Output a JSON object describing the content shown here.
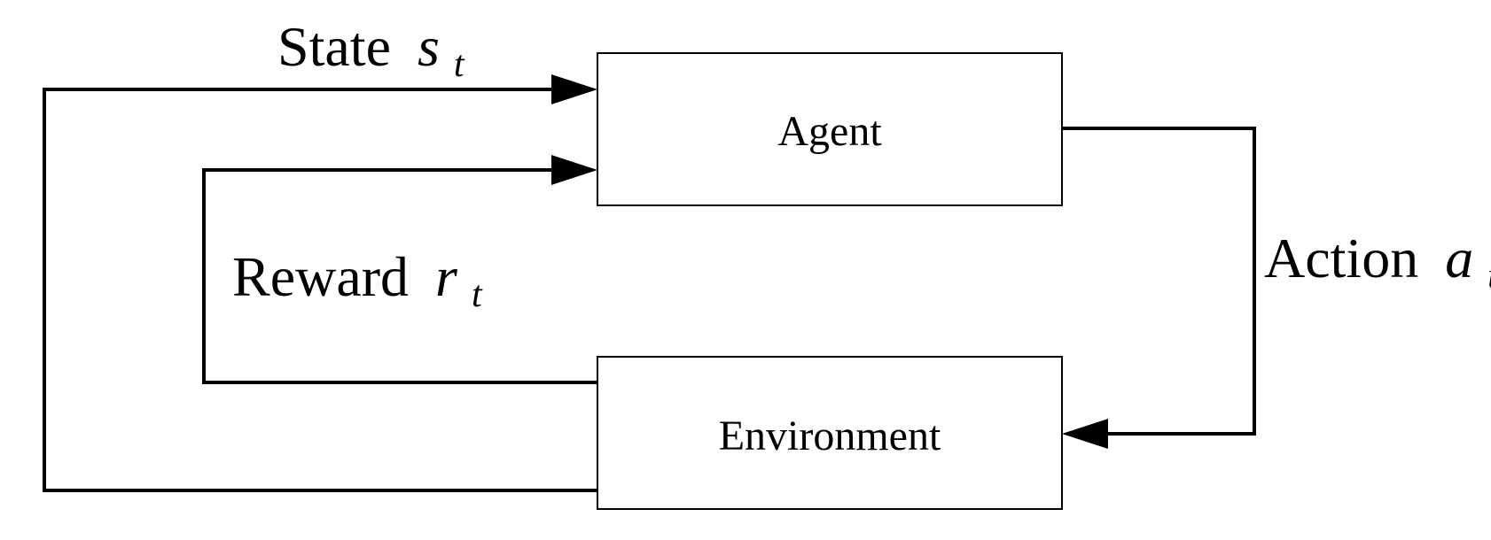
{
  "nodes": {
    "agent": {
      "label": "Agent"
    },
    "environment": {
      "label": "Environment"
    }
  },
  "edges": {
    "state": {
      "word": "State",
      "symbol": "s",
      "subscript": "t"
    },
    "reward": {
      "word": "Reward",
      "symbol": "r",
      "subscript": "t"
    },
    "action": {
      "word": "Action",
      "symbol": "a",
      "subscript": "t"
    }
  }
}
